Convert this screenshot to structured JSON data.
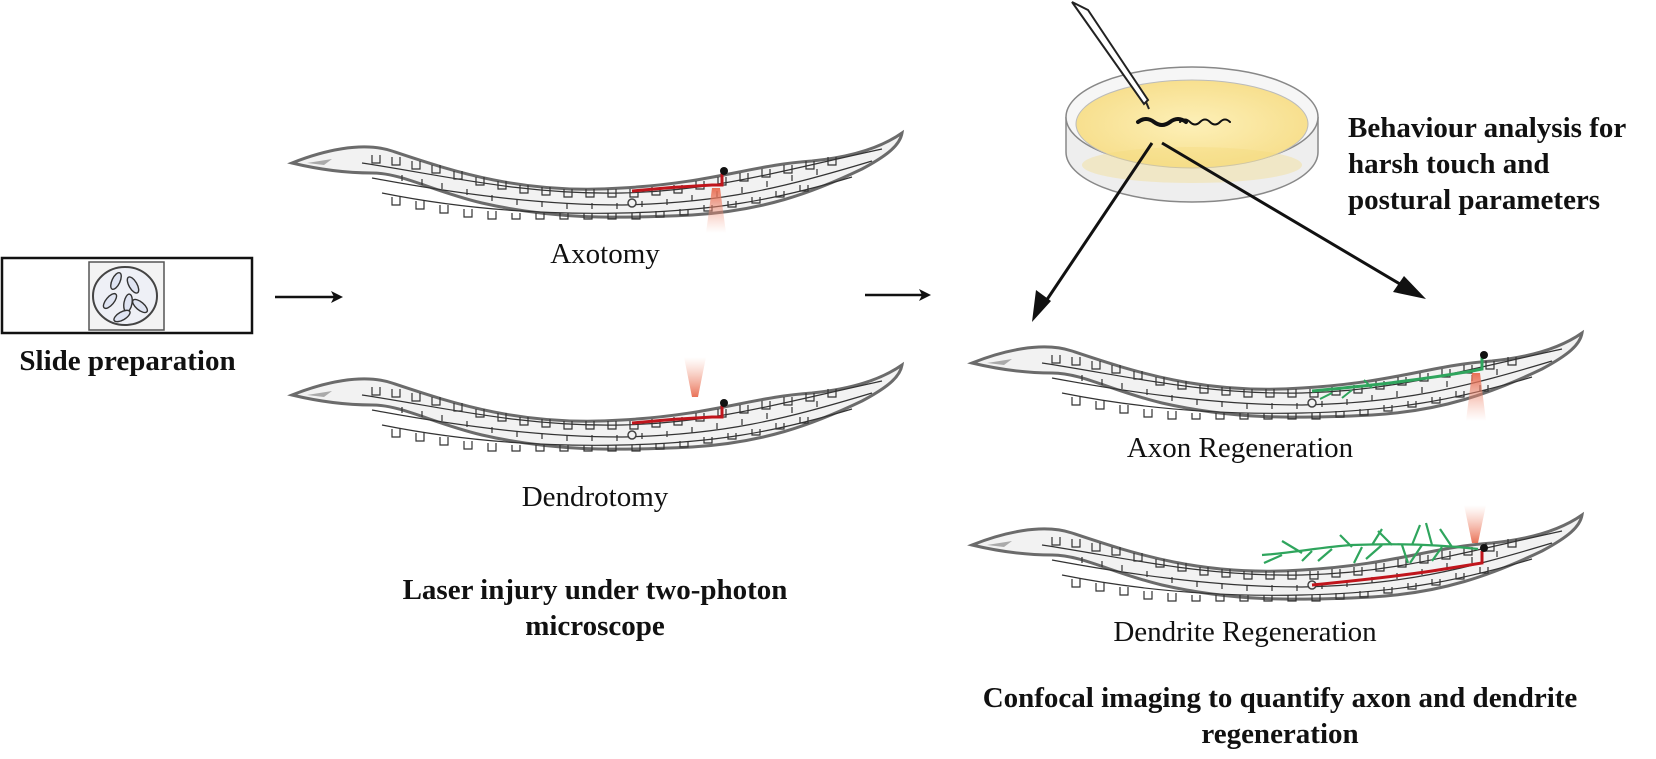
{
  "steps": {
    "slide_preparation": "Slide preparation",
    "laser_injury": "Laser injury under two-photon microscope",
    "behaviour_analysis": "Behaviour analysis for harsh touch and postural parameters",
    "confocal_imaging": "Confocal imaging to quantify axon and dendrite regeneration"
  },
  "worms": {
    "axotomy": "Axotomy",
    "dendrotomy": "Dendrotomy",
    "axon_regeneration": "Axon Regeneration",
    "dendrite_regeneration": "Dendrite Regeneration"
  },
  "colors": {
    "neuron": "#c0151c",
    "regenerated": "#2fa55d",
    "laser": "#e86a4e",
    "dish_fill": "#fbeaa6",
    "worm_body": "#f2f2f2",
    "worm_outline": "#6b6b6b"
  }
}
